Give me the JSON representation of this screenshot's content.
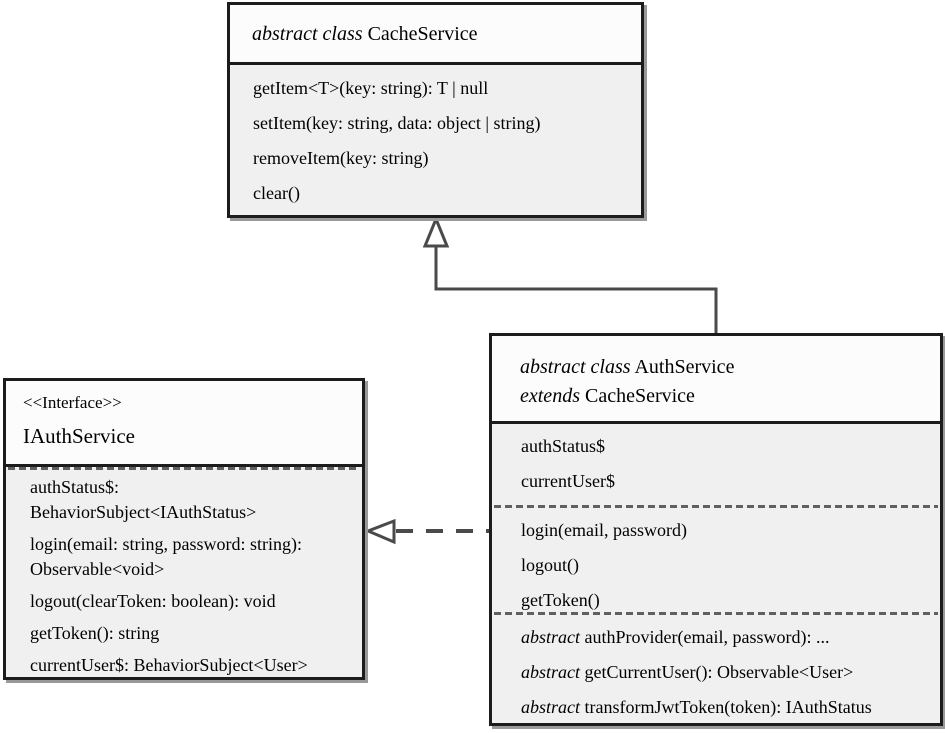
{
  "diagram": {
    "cache_service": {
      "title_prefix": "abstract class",
      "title_name": "CacheService",
      "methods": [
        "getItem<T>(key: string): T | null",
        "setItem(key: string, data: object | string)",
        "removeItem(key: string)",
        "clear()"
      ]
    },
    "iauth_service": {
      "stereotype": "<<Interface>>",
      "title": "IAuthService",
      "members": [
        "authStatus$:\nBehaviorSubject<IAuthStatus>",
        "login(email: string, password: string):\nObservable<void>",
        "logout(clearToken: boolean): void",
        "getToken(): string",
        "currentUser$: BehaviorSubject<User>"
      ]
    },
    "auth_service": {
      "title_line1_prefix": "abstract class",
      "title_line1_name": "AuthService",
      "title_line2_prefix": "extends",
      "title_line2_name": "CacheService",
      "properties": [
        "authStatus$",
        "currentUser$"
      ],
      "methods": [
        "login(email, password)",
        "logout()",
        "getToken()"
      ],
      "abstract_methods": [
        {
          "prefix": "abstract",
          "text": "authProvider(email,  password): ..."
        },
        {
          "prefix": "abstract",
          "text": "getCurrentUser(): Observable<User>"
        },
        {
          "prefix": "abstract",
          "text": "transformJwtToken(token): IAuthStatus"
        }
      ]
    },
    "relations": {
      "inheritance": "AuthService extends CacheService",
      "realization": "AuthService implements IAuthService"
    },
    "colors": {
      "box_border": "#1c1c1c",
      "body_bg": "#f0f0f0",
      "header_bg": "#fcfcfc",
      "connector_line": "#4a4a4a",
      "separator": "#606060",
      "shadow": "#999999"
    }
  }
}
